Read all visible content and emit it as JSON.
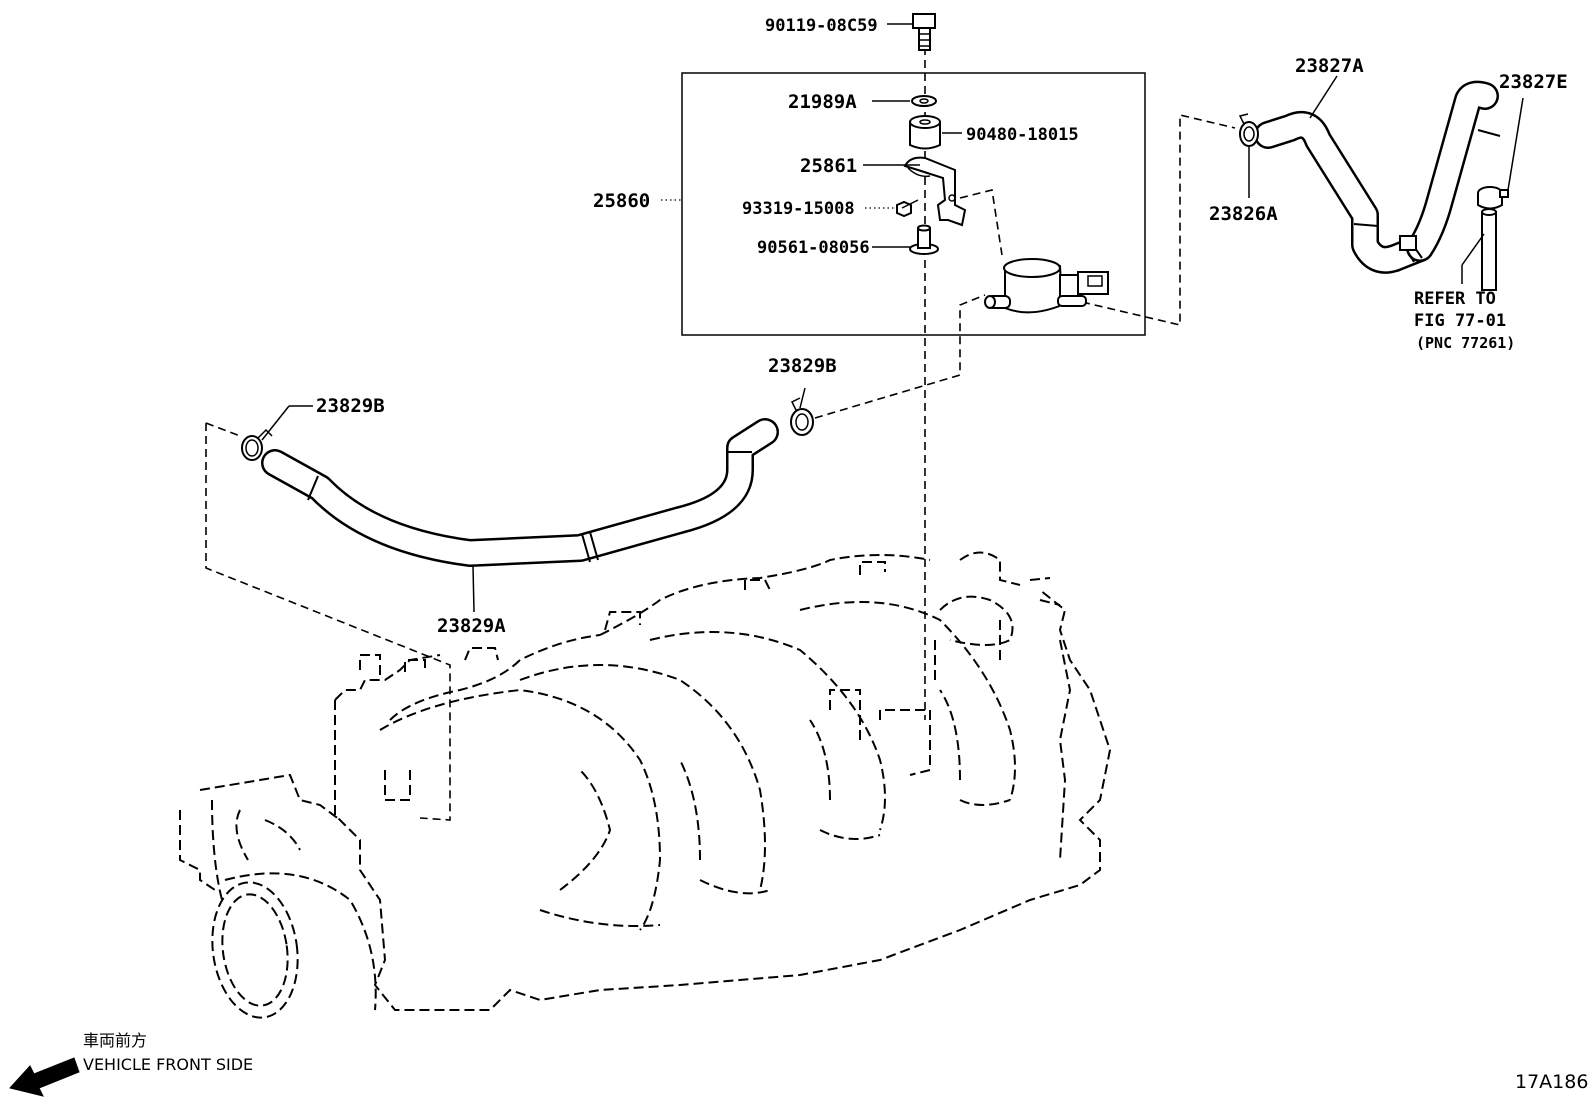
{
  "parts": {
    "p90119": "90119-08C59",
    "p21989A": "21989A",
    "p90480": "90480-18015",
    "p25861": "25861",
    "p25860": "25860",
    "p93319": "93319-15008",
    "p90561": "90561-08056",
    "p23827A": "23827A",
    "p23827E": "23827E",
    "p23826A": "23826A",
    "p23829B_a": "23829B",
    "p23829B_b": "23829B",
    "p23829A": "23829A"
  },
  "refer": {
    "line1": "REFER TO",
    "line2": "FIG 77-01",
    "line3": "(PNC 77261)"
  },
  "orientation": {
    "jp": "車両前方",
    "en": "VEHICLE FRONT SIDE"
  },
  "figure_code": "17A186"
}
